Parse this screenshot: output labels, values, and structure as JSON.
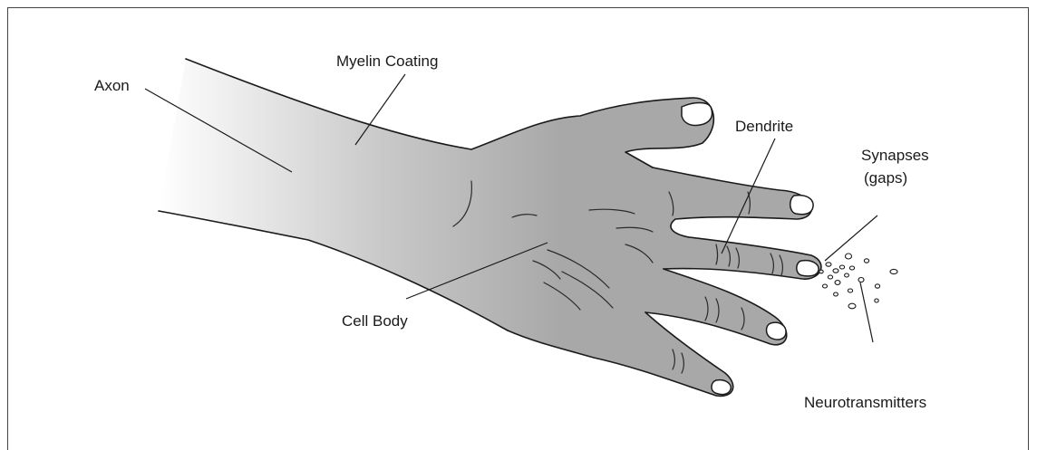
{
  "labels": {
    "axon": "Axon",
    "myelin": "Myelin Coating",
    "dendrite": "Dendrite",
    "synapses_line1": "Synapses",
    "synapses_line2": "(gaps)",
    "cell_body": "Cell Body",
    "neurotransmitters": "Neurotransmitters"
  },
  "colors": {
    "skin_light": "#ffffff",
    "skin_dark": "#a8a8a8",
    "outline": "#1a1a1a"
  }
}
